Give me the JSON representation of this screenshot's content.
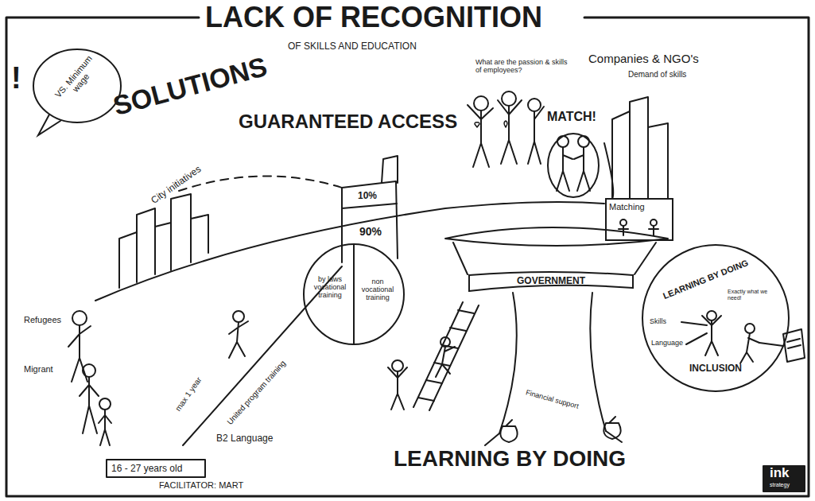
{
  "diagram": {
    "title": "LACK OF RECOGNITION",
    "nodes": [
      {
        "text": [
          "VS. Minimum wage"
        ]
      },
      {
        "text": [
          "by laws vocational training",
          "non vocational training"
        ]
      },
      {
        "text": [
          "GOVERNMENT"
        ]
      },
      {
        "text": [
          "Matching"
        ]
      },
      {
        "text": [
          "LEARNING BY DOING",
          "Exactly what we need!",
          "Skills",
          "Language",
          "INCLUSION"
        ]
      }
    ],
    "labels": [
      "OF SKILLS AND EDUCATION",
      "SOLUTIONS",
      "!",
      "GUARANTEED ACCESS",
      "City initiatives",
      "10%",
      "90%",
      "What are the passion & skills of employees?",
      "Companies & NGO's",
      "Demand of skills",
      "MATCH!",
      "Refugees",
      "Migrant",
      "max 1 year",
      "United program training",
      "B2 Language",
      "16 - 27 years old",
      "FACILITATOR: MART",
      "Financial support",
      "LEARNING BY DOING",
      "ink",
      "strategy"
    ]
  }
}
